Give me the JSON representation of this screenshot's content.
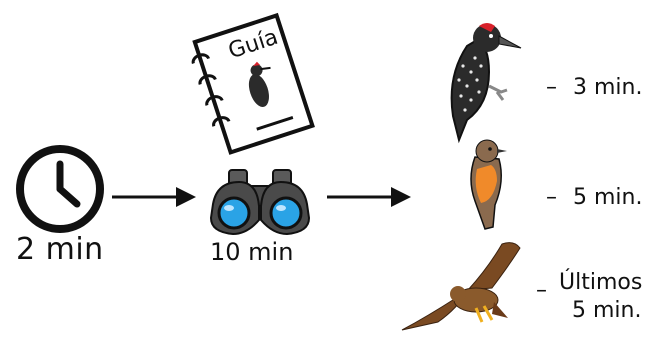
{
  "steps": [
    {
      "icon": "clock-icon",
      "label": "2 min"
    },
    {
      "icon": "binoculars-icon",
      "label": "10 min"
    }
  ],
  "guide": {
    "icon": "field-guide-notebook-icon",
    "title": "Guía"
  },
  "birds": [
    {
      "icon": "woodpecker-icon",
      "time": "3 min."
    },
    {
      "icon": "flycatcher-icon",
      "time": "5 min."
    },
    {
      "icon": "hawk-icon",
      "time_line1": "Últimos",
      "time_line2": "5 min."
    }
  ],
  "arrows": [
    "arrow-icon",
    "arrow-icon"
  ],
  "dash": "–",
  "colors": {
    "ink": "#111111",
    "binocular_lens": "#2aa3e6",
    "binocular_body": "#4a4a4a",
    "woodpecker_body": "#2b2b2b",
    "woodpecker_cap": "#d8202a",
    "flycatcher_belly": "#f08a2a",
    "flycatcher_back": "#8a6a4e",
    "hawk": "#7a4a22"
  }
}
